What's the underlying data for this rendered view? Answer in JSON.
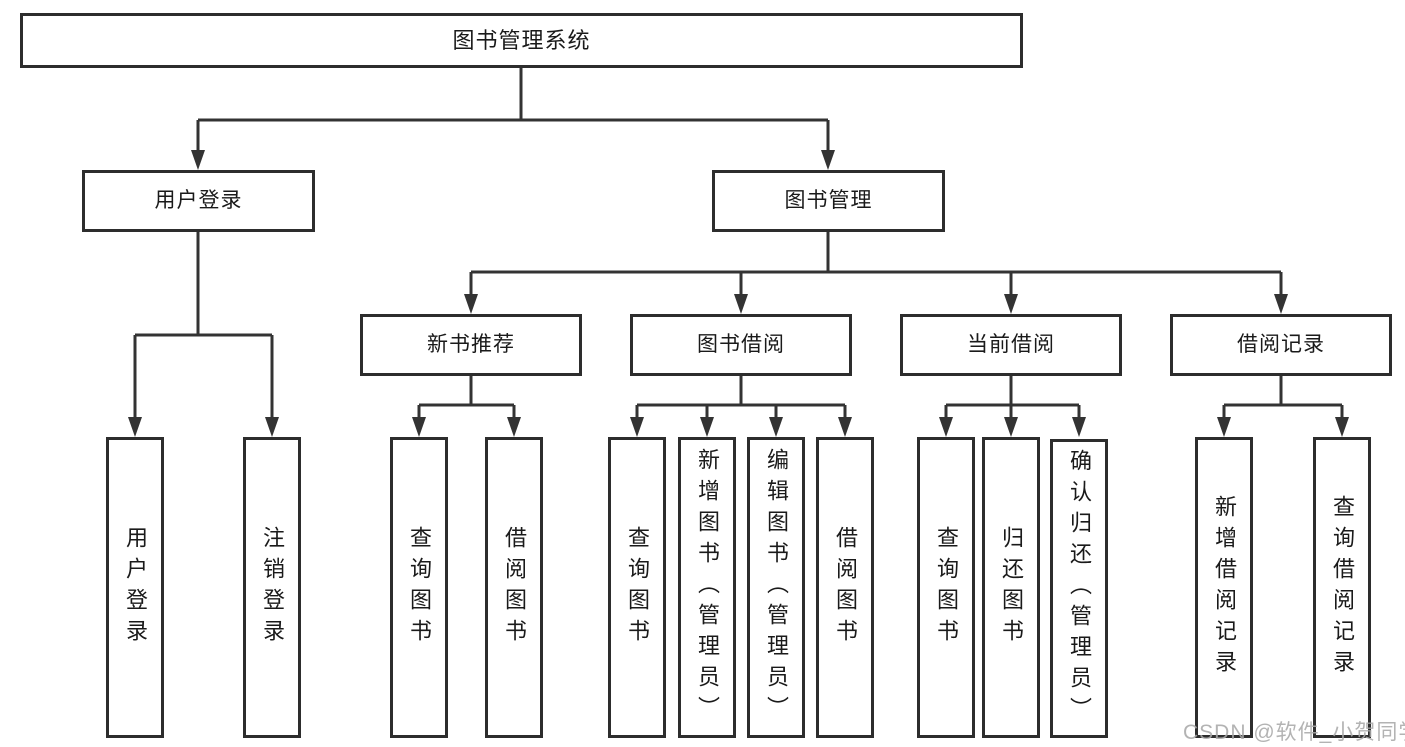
{
  "diagram": {
    "root": {
      "label": "图书管理系统"
    },
    "branches": [
      {
        "label": "用户登录",
        "children": [
          {
            "label": "用户登录"
          },
          {
            "label": "注销登录"
          }
        ]
      },
      {
        "label": "图书管理",
        "children": [
          {
            "label": "新书推荐",
            "children": [
              {
                "label": "查询图书"
              },
              {
                "label": "借阅图书"
              }
            ]
          },
          {
            "label": "图书借阅",
            "children": [
              {
                "label": "查询图书"
              },
              {
                "label": "新增图书（管理员）"
              },
              {
                "label": "编辑图书（管理员）"
              },
              {
                "label": "借阅图书"
              }
            ]
          },
          {
            "label": "当前借阅",
            "children": [
              {
                "label": "查询图书"
              },
              {
                "label": "归还图书"
              },
              {
                "label": "确认归还（管理员）"
              }
            ]
          },
          {
            "label": "借阅记录",
            "children": [
              {
                "label": "新增借阅记录"
              },
              {
                "label": "查询借阅记录"
              }
            ]
          }
        ]
      }
    ]
  },
  "watermark": {
    "text": "CSDN @软件_小贺同学"
  },
  "colors": {
    "line": "#333333",
    "box_border": "#2d2d2d",
    "text": "#1a1a1a",
    "watermark": "#a8a8a8",
    "background": "#ffffff"
  }
}
